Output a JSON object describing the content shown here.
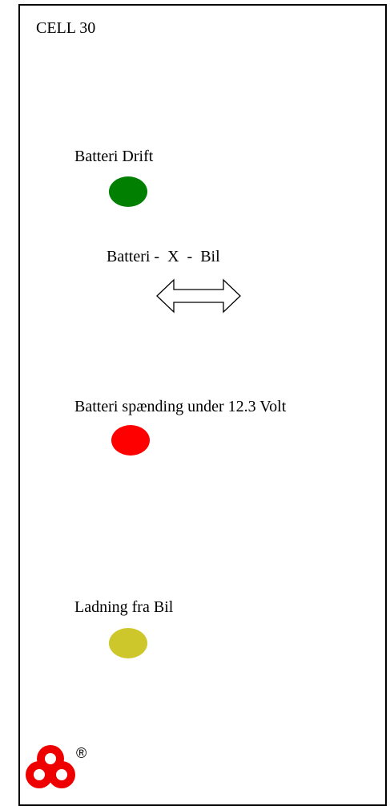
{
  "panel": {
    "title": "CELL 30"
  },
  "indicators": [
    {
      "label": "Batteri Drift",
      "color": "#007f00"
    },
    {
      "label": "Batteri spænding under 12.3 Volt",
      "color": "#ff0000"
    },
    {
      "label": "Ladning fra Bil",
      "color": "#cdc72c"
    }
  ],
  "connection": {
    "label": "Batteri -  X  -  Bil",
    "icon": "double-arrow-icon"
  },
  "logo": {
    "icon": "three-ring-logo-icon",
    "registered_mark": "®",
    "color": "#ee0000"
  }
}
